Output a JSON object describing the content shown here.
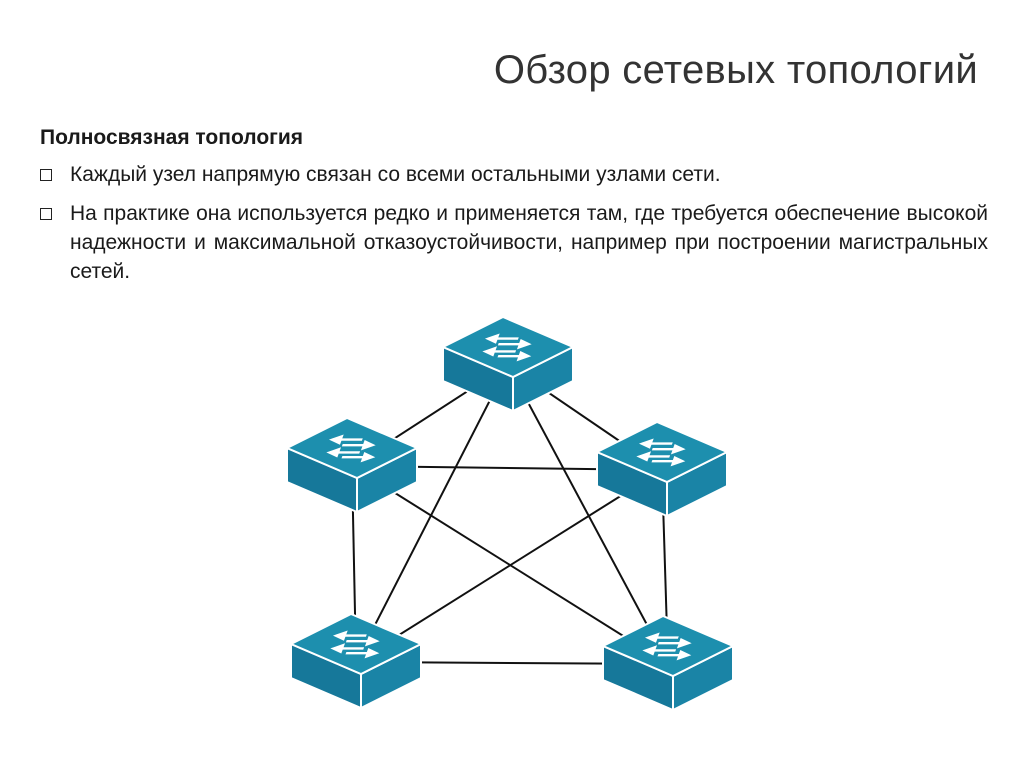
{
  "slide": {
    "title": "Обзор сетевых топологий",
    "subtitle": "Полносвязная топология",
    "bullets": [
      "Каждый узел напрямую связан со всеми остальными узлами сети.",
      "На практике она используется редко и применяется там, где требуется обеспечение высокой надежности и максимальной отказоустойчивости, например при построении магистральных сетей."
    ]
  },
  "diagram": {
    "node_icon": "network-switch-icon",
    "node_color": "#1d8fae",
    "link_color": "#111111",
    "nodes": [
      "switch-top",
      "switch-upper-left",
      "switch-upper-right",
      "switch-lower-left",
      "switch-lower-right"
    ],
    "links": [
      [
        "switch-top",
        "switch-upper-left"
      ],
      [
        "switch-top",
        "switch-upper-right"
      ],
      [
        "switch-top",
        "switch-lower-left"
      ],
      [
        "switch-top",
        "switch-lower-right"
      ],
      [
        "switch-upper-left",
        "switch-upper-right"
      ],
      [
        "switch-upper-left",
        "switch-lower-left"
      ],
      [
        "switch-upper-left",
        "switch-lower-right"
      ],
      [
        "switch-upper-right",
        "switch-lower-left"
      ],
      [
        "switch-upper-right",
        "switch-lower-right"
      ],
      [
        "switch-lower-left",
        "switch-lower-right"
      ]
    ]
  }
}
